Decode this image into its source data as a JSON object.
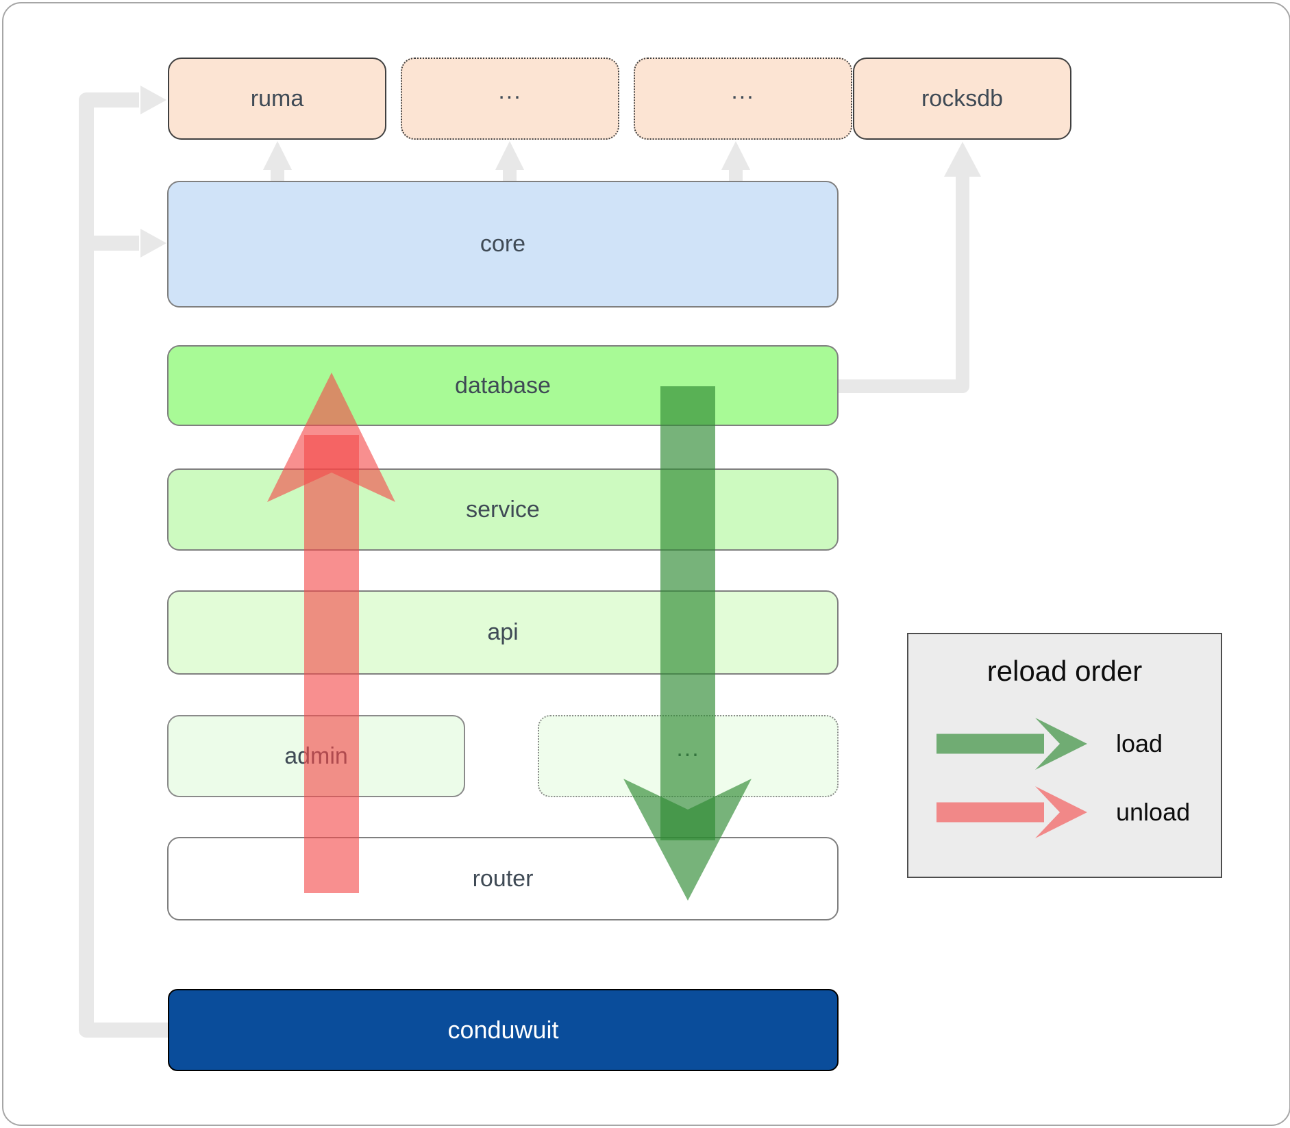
{
  "boxes": {
    "ruma": "ruma",
    "ellipsis1": "...",
    "ellipsis2": "...",
    "rocksdb": "rocksdb",
    "core": "core",
    "database": "database",
    "service": "service",
    "api": "api",
    "admin": "admin",
    "adminEllipsis": "...",
    "router": "router",
    "conduwuit": "conduwuit"
  },
  "legend": {
    "title": "reload order",
    "load": "load",
    "unload": "unload"
  },
  "colors": {
    "top_box_fill": "#fce4d3",
    "core_fill": "#d0e3f8",
    "database_fill": "#a8fa96",
    "service_fill": "#cdfac0",
    "api_fill": "#e2fcd7",
    "admin_fill": "#ecfce9",
    "router_fill": "#ffffff",
    "conduwuit_fill": "#0a4d9b",
    "conduwuit_text": "#ffffff",
    "label_text": "#3f4a55",
    "legend_fill": "#ececec",
    "connector_gray": "#e8e8e8",
    "load_arrow_green": "#2e8b32",
    "unload_arrow_red": "#f34a4a"
  }
}
